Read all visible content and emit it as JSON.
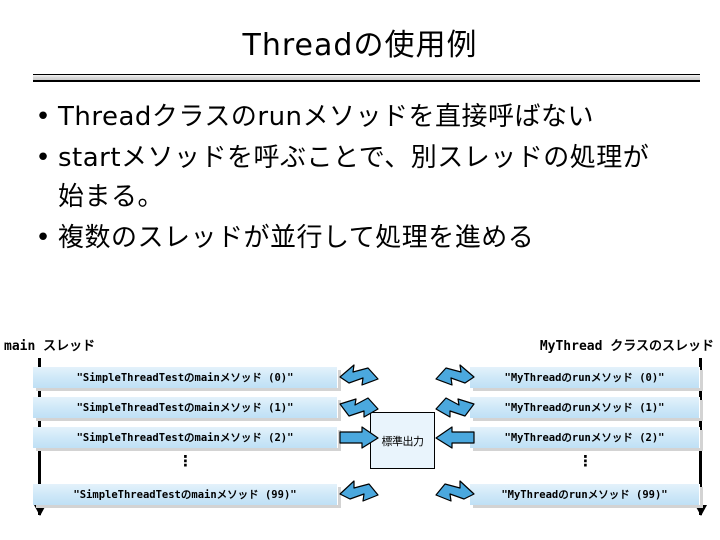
{
  "slide": {
    "title": "Threadの使用例",
    "bullet_mark": "•",
    "bullets": [
      "Threadクラスのrunメソッドを直接呼ばない",
      "startメソッドを呼ぶことで、別スレッドの処理が始まる。",
      "複数のスレッドが並行して処理を進める"
    ]
  },
  "diagram": {
    "left_column": {
      "header": "main スレッド",
      "messages": [
        "\"SimpleThreadTestのmainメソッド (0)\"",
        "\"SimpleThreadTestのmainメソッド (1)\"",
        "\"SimpleThreadTestのmainメソッド (2)\"",
        "\"SimpleThreadTestのmainメソッド (99)\""
      ],
      "ellipsis": "⋮"
    },
    "right_column": {
      "header": "MyThread クラスのスレッド",
      "messages": [
        "\"MyThreadのrunメソッド (0)\"",
        "\"MyThreadのrunメソッド (1)\"",
        "\"MyThreadのrunメソッド (2)\"",
        "\"MyThreadのrunメソッド (99)\""
      ],
      "ellipsis": "⋮"
    },
    "center": {
      "label": "標準出力"
    },
    "colors": {
      "arrow_fill": "#4ba8de",
      "box_fill": "#cfe8f8",
      "lifeline": "#000000",
      "divider": "#d9d9d9"
    }
  }
}
